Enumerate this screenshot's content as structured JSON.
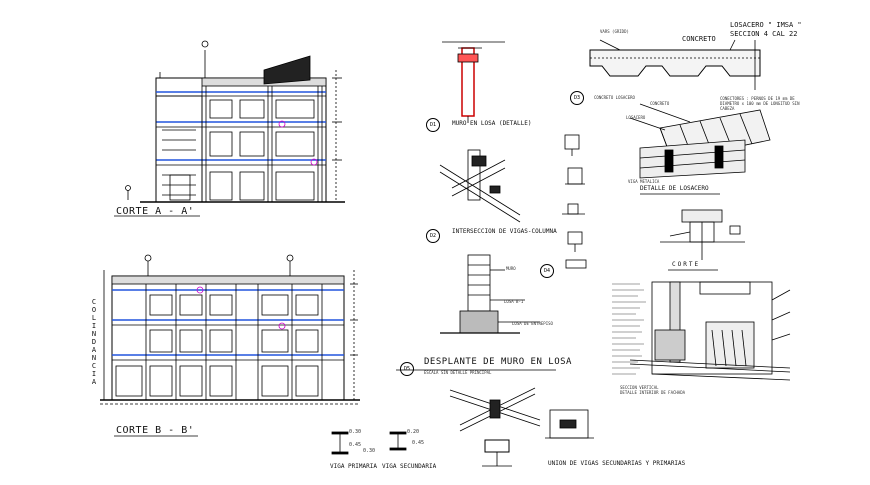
{
  "sections": {
    "corte_a": "CORTE A - A'",
    "corte_b": "CORTE B - B'",
    "colindancia": "COLINDANCIA"
  },
  "details": {
    "muro_losa": "MURO EN LOSA (DETALLE)",
    "interseccion": "INTERSECCION DE VIGAS-COLUMNA",
    "desplante": "DESPLANTE DE MURO EN LOSA",
    "desplante_sub": "ESCALA SIN DETALLE PRINCIPAL",
    "union_vigas": "UNION DE VIGAS SECUNDARIAS Y PRIMARIAS",
    "viga_primaria": "VIGA PRIMARIA",
    "viga_secundaria": "VIGA SECUNDARIA",
    "detalle_losacero": "DETALLE DE LOSACERO",
    "corte": "CORTE",
    "losacero_title": "LOSACERO \" IMSA \"",
    "losacero_sub": "SECCION 4 CAL 22",
    "concreto": "CONCRETO",
    "varil": "VARS (GRIDD)",
    "concreto_small": "CONCRETO LOSACERO",
    "concreto2": "CONCRETO",
    "losacero2": "LOSACERO",
    "conectores": "CONECTORES : PERNOS DE 19 mm DE DIAMETRO x 100 mm DE LONGITUD SIN CABEZA",
    "viga_metalica": "VIGA METALICA",
    "muro": "MURO",
    "losa_entrepiso": "LOSA DE ENTREPISO",
    "losa_b": "LOSA B-1",
    "seccion_vertical": "SECCION VERTICAL",
    "detalle_fachada": "DETALLE INTERIOR DE FACHADA"
  },
  "markers": {
    "d1": "D1",
    "d2": "D2",
    "d3": "D3",
    "d4": "D4",
    "d5": "D5"
  },
  "dims": {
    "d030a": "0.30",
    "d045a": "0.45",
    "d020": "0.20",
    "d030b": "0.30",
    "d045b": "0.45"
  }
}
